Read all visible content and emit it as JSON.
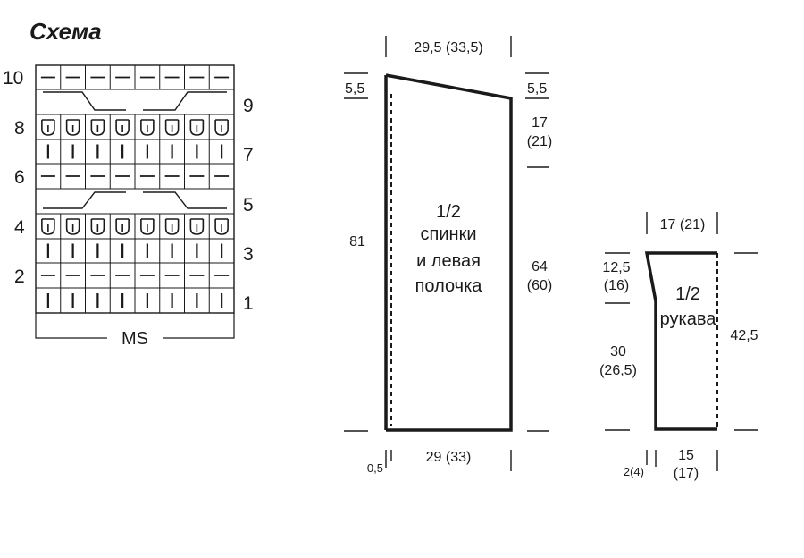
{
  "title": "Схема",
  "chart": {
    "left_row_numbers": [
      "10",
      "8",
      "6",
      "4",
      "2"
    ],
    "right_row_numbers": [
      "9",
      "7",
      "5",
      "3",
      "1"
    ],
    "repeat_label": "MS"
  },
  "body_piece": {
    "top_width": "29,5 (33,5)",
    "shoulder_drop_left": "5,5",
    "shoulder_drop_right": "5,5",
    "armhole_depth_1": "17",
    "armhole_depth_2": "(21)",
    "total_length": "81",
    "side_length_1": "64",
    "side_length_2": "(60)",
    "bottom_width": "29 (33)",
    "edge_width": "0,5",
    "label_line1": "1/2",
    "label_line2": "спинки",
    "label_line3": "и левая",
    "label_line4": "полочка"
  },
  "sleeve_piece": {
    "top_width": "17 (21)",
    "cap_height_1": "12,5",
    "cap_height_2": "(16)",
    "lower_height_1": "30",
    "lower_height_2": "(26,5)",
    "total_length": "42,5",
    "bottom_width_1": "15",
    "bottom_width_2": "(17)",
    "edge_width": "2(4)",
    "label_line1": "1/2",
    "label_line2": "рукава"
  }
}
